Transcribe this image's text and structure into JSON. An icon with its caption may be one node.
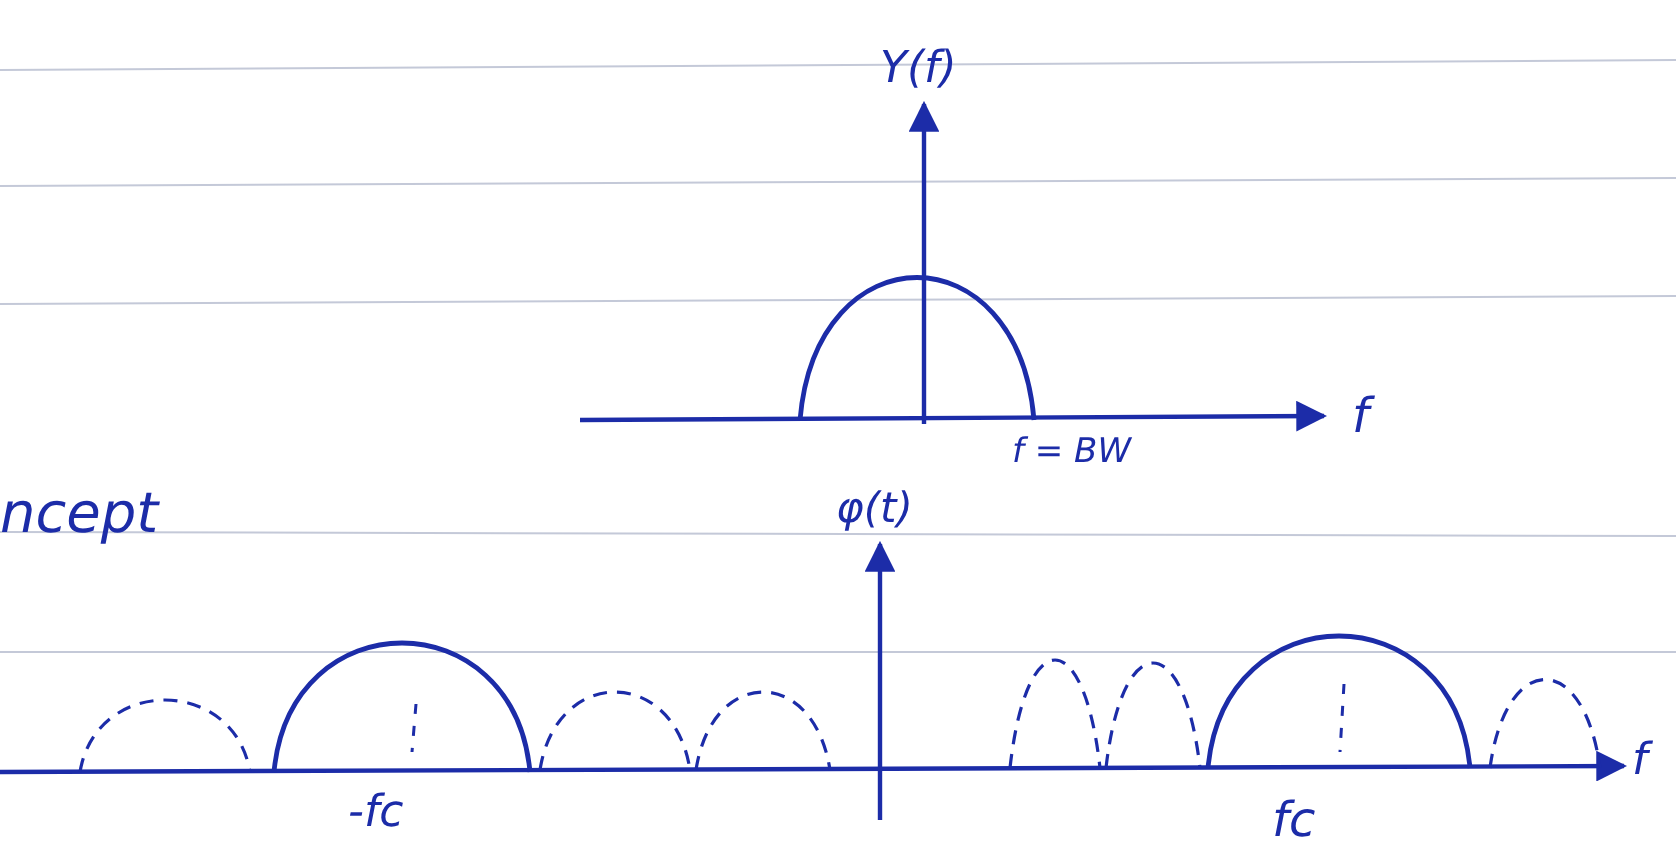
{
  "diagram": {
    "labels": [
      "Y(f)",
      "f",
      "f = BW",
      "ncept",
      "φ(t)",
      "-fc",
      "fc",
      "f"
    ]
  }
}
